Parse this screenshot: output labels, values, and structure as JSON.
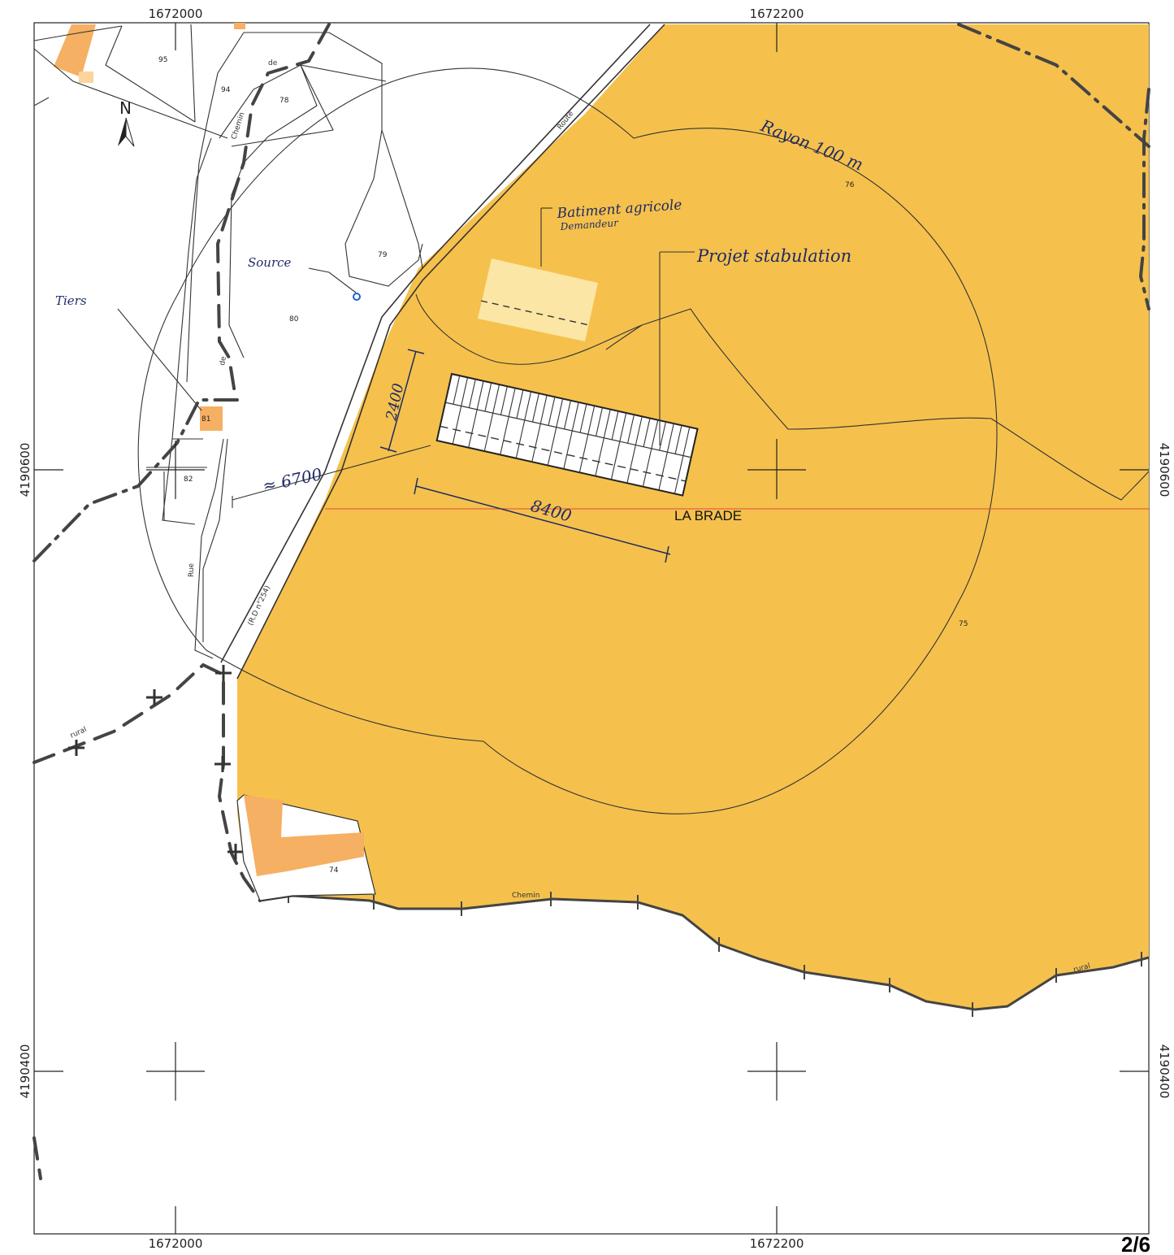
{
  "colors": {
    "zone_fill": "#f5c14c",
    "building_fill": "#f5b063",
    "existing_building_fill": "#fbe6a5",
    "red_line": "#e04a3a",
    "handwriting": "#1f2a66",
    "water": "#1f5fd6"
  },
  "coords": {
    "x_left_top": "1672000",
    "x_right_top": "1672200",
    "x_left_bottom": "1672000",
    "x_right_bottom": "1672200",
    "y_upper_left": "4190600",
    "y_upper_right": "4190600",
    "y_lower_left": "4190400",
    "y_lower_right": "4190400"
  },
  "north": {
    "label": "N",
    "icon": "north-arrow-icon"
  },
  "parcels": {
    "p95": "95",
    "p94": "94",
    "p78": "78",
    "p79": "79",
    "p80": "80",
    "p81": "81",
    "p82": "82",
    "p76": "76",
    "p75": "75",
    "p74": "74"
  },
  "roads": {
    "de": "de",
    "chemin_top": "Chemin",
    "route": "Route",
    "rd": "(R.D n°254)",
    "rue": "Rue",
    "rural_left": "rural",
    "chemin_bottom": "Chemin",
    "rural_right": "rural",
    "de_small": "de"
  },
  "annotations": {
    "rayon": "Rayon 100 m",
    "batiment_line1": "Batiment agricole",
    "batiment_line2": "Demandeur",
    "projet": "Projet stabulation",
    "source": "Source",
    "tiers": "Tiers",
    "dim_width": "2400",
    "dim_length": "8400",
    "dim_distance": "≈ 6700"
  },
  "place_name": "LA BRADE",
  "page_number": "2/6"
}
